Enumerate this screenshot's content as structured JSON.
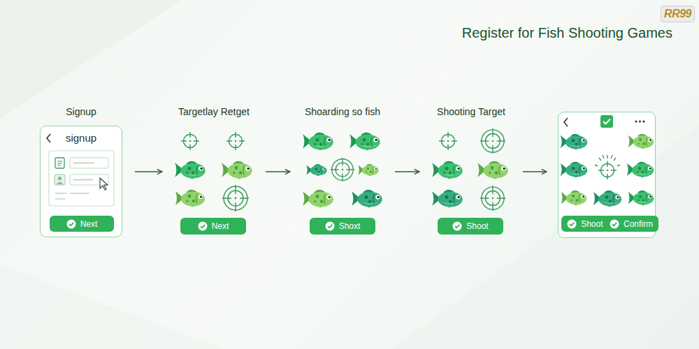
{
  "diagram": {
    "title": "Register for Fish Shooting Games",
    "nodes": [
      {
        "text": [
          "Signup",
          "signup"
        ]
      },
      {
        "text": [
          "Next"
        ],
        "in": 0
      },
      {
        "text": [
          "Targetlay Retget"
        ]
      },
      {
        "text": [
          "Next"
        ],
        "in": 2
      },
      {
        "text": [
          "Shoarding so fish"
        ]
      },
      {
        "text": [
          "Shoxt"
        ],
        "in": 4
      },
      {
        "text": [
          "Shooting Target"
        ]
      },
      {
        "text": [
          "Shoot"
        ],
        "in": 6
      },
      {
        "text": []
      },
      {
        "text": [
          "Shoot"
        ],
        "in": 8
      },
      {
        "text": [
          "Confirm"
        ],
        "in": 8
      }
    ],
    "edges": [
      {
        "from": 0,
        "to": 2,
        "arrow": "to"
      },
      {
        "from": 2,
        "to": 4,
        "arrow": "to"
      },
      {
        "from": 4,
        "to": 6,
        "arrow": "to"
      },
      {
        "from": 6,
        "to": 8,
        "arrow": "to"
      }
    ],
    "labels": [
      "RR99"
    ]
  }
}
